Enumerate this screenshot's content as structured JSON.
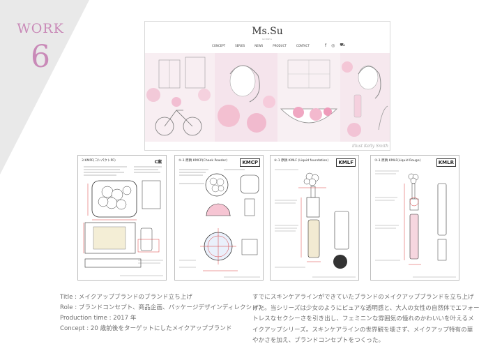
{
  "work": {
    "label": "WORK",
    "number": "6"
  },
  "site": {
    "logo": "Ms.Su",
    "logo_sub": "GINZA",
    "nav": [
      "CONCEPT",
      "SERIES",
      "NEWS",
      "PRODUCT",
      "CONTACT"
    ],
    "icons": [
      "facebook-icon",
      "instagram-icon",
      "cart-icon"
    ],
    "signature": "illust  Kelly Smith"
  },
  "sheets": [
    {
      "title": "3 KMPF(コンパクトPF)",
      "tag": "C案"
    },
    {
      "title": "⑤-1 原稿 KMCP(Cheek Powder)",
      "tag": "KMCP"
    },
    {
      "title": "⑥-1 原稿 KMLF (Liquid foundation)",
      "tag": "KMLF"
    },
    {
      "title": "③-1 原稿 KMLF(Liquid Rouge)",
      "tag": "KMLR"
    }
  ],
  "info": {
    "title": "Title : メイクアップブランドのブランド立ち上げ",
    "role": "Role : ブランドコンセプト、商品企画、パッケージデザインディレクション",
    "production": "Production time : 2017 年",
    "concept": "Concept : 20 歳前後をターゲットにしたメイクアップブランド"
  },
  "description": [
    "すでにスキンケアラインができていたブランドのメイクアップブランドを立ち上げ",
    "げた。当シリーズは少女のようにピュアな透明感と、大人の女性の自然体でエフォー",
    "トレスなセクシーさを引き出し、フェミニンな雰囲気の憧れのかわいいを叶えるメ",
    "イクアップシリーズ。スキンケアラインの世界観を壊さず、メイクアップ特有の華",
    "やかさを加え、ブランドコンセプトをつくった。"
  ],
  "colors": {
    "accent": "#c98ab8",
    "corner": "#e9e9e9",
    "pink": "#f3c9d9",
    "red": "#d93a3a"
  }
}
